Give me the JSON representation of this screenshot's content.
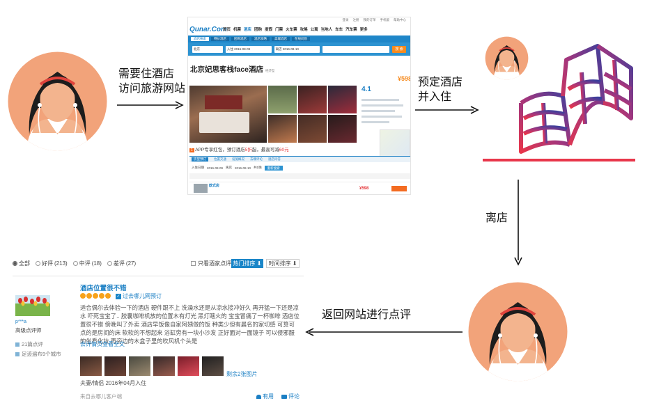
{
  "steps": {
    "visit": [
      "需要住酒店",
      "访问旅游网站"
    ],
    "book": [
      "预定酒店",
      "并入住"
    ],
    "checkout": "离店",
    "review": "返回网站进行点评"
  },
  "qunar": {
    "logo": "Qunar.Com",
    "nav": [
      "首页",
      "机票",
      "酒店",
      "团购",
      "度假",
      "门票",
      "火车票",
      "攻略",
      "公寓",
      "当地人",
      "车车",
      "汽车票",
      "更多"
    ],
    "subnav": [
      "酒店搜索",
      "特价酒店",
      "团购酒店",
      "酒店攻略",
      "高端酒店",
      "在线问答"
    ],
    "search": {
      "city": "北京",
      "checkin_label": "入住",
      "checkin_date": "2016-08-09",
      "checkout_label": "离店",
      "checkout_date": "2016-08-10",
      "search_button": "搜 索"
    },
    "hotel_name": "北京妃思客栈face酒店",
    "hotel_type": "经济型",
    "price": "¥598",
    "score": "4.1",
    "promo": {
      "tag": "APP专享",
      "text_prefix": "APP专享红包，预订酒店",
      "highlight": "5折",
      "text_suffix": "起，最高可减",
      "amount": "60元"
    },
    "tabs": [
      "房型预订",
      "位置交通",
      "设施概况",
      "去哪评论",
      "酒店问答"
    ],
    "date_row": {
      "checkin_label": "入住日期",
      "checkin": "2016-08-09",
      "checkout_label": "离店",
      "checkout": "2016-08-10",
      "nights": "共1晚",
      "button": "重新搜索"
    },
    "room": {
      "name": "欧式房",
      "price": "¥598"
    }
  },
  "review": {
    "filters": [
      {
        "label": "全部",
        "count": "",
        "checked": true
      },
      {
        "label": "好评",
        "count": "(213)",
        "checked": false
      },
      {
        "label": "中评",
        "count": "(18)",
        "checked": false
      },
      {
        "label": "差评",
        "count": "(27)",
        "checked": false
      }
    ],
    "owner_only": "只看酒家点评",
    "sort_hot": "热门排序",
    "sort_time": "时间排序",
    "user": {
      "name": "p***a",
      "level": "高级点评师",
      "reviews": "21篇点评",
      "footprint": "足迹遍布9个城市"
    },
    "title": "酒店位置很不错",
    "rating": 5,
    "badge": "过去哪儿网预订",
    "body": "适合偶尔去体验一下的酒店 硬件跟不上 洗澡水还是从凉水接冲好久 再开猛一下还是凉水 吓死宝宝了.. 胶囊咖啡机放的位置木有灯光 黑灯瞎火的 宝宝冒痛了一杯咖啡 酒店位置很不错 傍晚叫了外卖 酒店早饭像自家阿姨做的饭 种类少但有晨名的家切感 可算可点的是房间的床 软软的不想起来 浴缸旁有一块小沙发 正好面对一面镜子 可以侵邪服的坐看化妆 再旁边的木盒子里的吹风机个头是",
    "more": "去详情页查看全文",
    "remaining_photos": "剩余2张图片",
    "meta": "夫妻/情侣 2016年04月入住",
    "source": "来自去哪儿客户端",
    "useful": "有用",
    "comment": "评论"
  },
  "colors": {
    "accent_blue": "#1b86c8",
    "orange": "#f36b21",
    "avatar_face": "#f3b48e",
    "avatar_circle": "#f2a37a",
    "hair": "#1d1d1d",
    "hairband": "#e0433c"
  }
}
